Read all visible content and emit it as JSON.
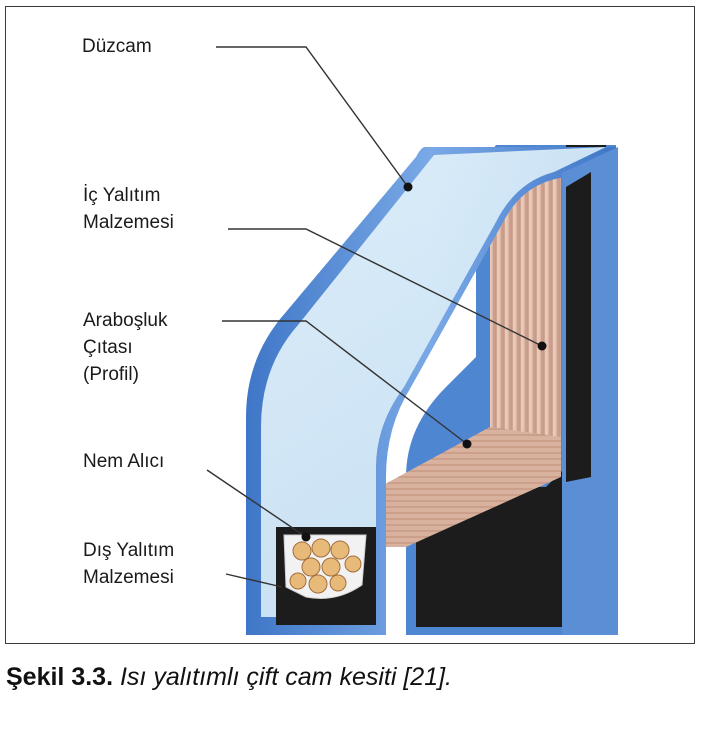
{
  "labels": {
    "duzcam": "Düzcam",
    "ic_yalitim_line1": "İç Yalıtım",
    "ic_yalitim_line2": "Malzemesi",
    "arabosluk_line1": "Araboşluk",
    "arabosluk_line2": "Çıtası",
    "arabosluk_line3": "(Profil)",
    "nem_alici": "Nem Alıcı",
    "dis_yalitim_line1": "Dış Yalıtım",
    "dis_yalitim_line2": "Malzemesi"
  },
  "caption": {
    "number": "Şekil 3.3.",
    "text": "Isı yalıtımlı çift cam kesiti [21]."
  },
  "colors": {
    "glass_edge": "#5a8fd6",
    "glass_face": "#d9ecf8",
    "sealant": "#1b1b1b",
    "spacer_wood": "#d9b7a3",
    "desiccant": "#e6b77a",
    "leader_line": "#333333"
  }
}
